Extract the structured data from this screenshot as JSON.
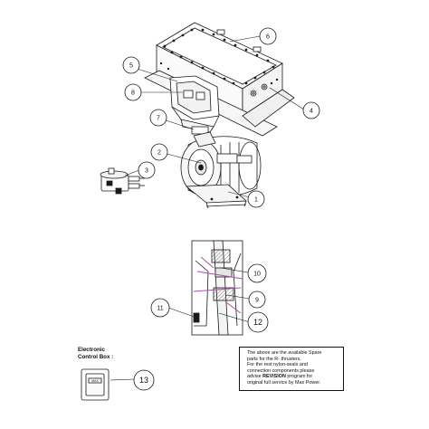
{
  "callouts": [
    {
      "id": "callout-1",
      "label": "1"
    },
    {
      "id": "callout-2",
      "label": "2"
    },
    {
      "id": "callout-3",
      "label": "3"
    },
    {
      "id": "callout-4",
      "label": "4"
    },
    {
      "id": "callout-5",
      "label": "5"
    },
    {
      "id": "callout-6",
      "label": "6"
    },
    {
      "id": "callout-7",
      "label": "7"
    },
    {
      "id": "callout-8",
      "label": "8"
    },
    {
      "id": "callout-9",
      "label": "9"
    },
    {
      "id": "callout-10",
      "label": "10"
    },
    {
      "id": "callout-11",
      "label": "11"
    },
    {
      "id": "callout-12",
      "label": "12"
    },
    {
      "id": "callout-13",
      "label": "13"
    }
  ],
  "control_box": {
    "label_line1": "Electronic",
    "label_line2": "Control Box :",
    "badge_text": "MAX"
  },
  "note": {
    "line1": "The above are the available Spare",
    "line2": "parts for the R- thrusters.",
    "line3": "For the rest nylon-seals and",
    "line4": "connection components please",
    "line5_pre": "advise ",
    "line5_bold": "REVISION",
    "line5_post": " program for",
    "line6": "original full service by Max Power."
  },
  "colors": {
    "line": "#1a1a1a",
    "highlight": "#b04ab0"
  }
}
